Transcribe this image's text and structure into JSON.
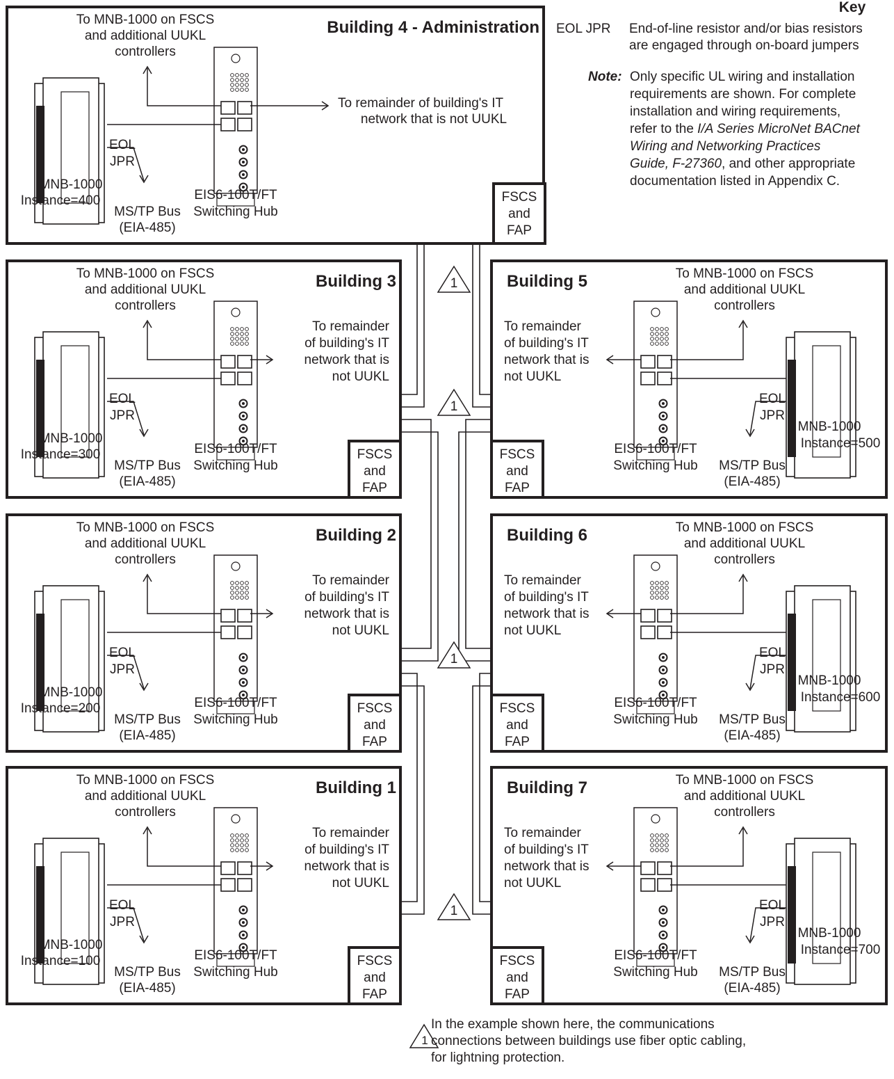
{
  "key": {
    "title": "Key",
    "abbr": "EOL JPR",
    "definition_line1": "End-of-line resistor and/or bias resistors",
    "definition_line2": "are engaged through on-board jumpers",
    "note_label": "Note:",
    "note_lines": [
      "Only specific UL wiring and installation",
      "requirements are shown. For complete",
      "installation and wiring requirements,",
      "refer to the "
    ],
    "note_ref_1": "I/A Series MicroNet BACnet",
    "note_ref_2": "Wiring and Networking Practices",
    "note_ref_3": "Guide, F-27360",
    "note_ref_3_tail": ", and other appropriate",
    "note_last": "documentation listed in Appendix C."
  },
  "common": {
    "to_mnb_1": "To MNB-1000 on FSCS",
    "to_mnb_2": "and additional UUKL",
    "to_mnb_3": "controllers",
    "eol": "EOL",
    "jpr": "JPR",
    "mnb": "MNB-1000",
    "mstp_1": "MS/TP Bus",
    "mstp_2": "(EIA-485)",
    "hub_1": "EIS6-100T/FT",
    "hub_2": "Switching Hub",
    "fscs_1": "FSCS",
    "fscs_2": "and",
    "fscs_3": "FAP",
    "rem_1": "To remainder",
    "rem_2": "of building's IT",
    "rem_3": "network that is",
    "rem_4": "not UUKL",
    "rem_admin_1": "To remainder of building's IT",
    "rem_admin_2": "network that is not UUKL",
    "callout_num": "1"
  },
  "buildings": [
    {
      "title": "Building 4 - Administration",
      "instance": "Instance=400"
    },
    {
      "title": "Building 3",
      "instance": "Instance=300"
    },
    {
      "title": "Building 5",
      "instance": "Instance=500"
    },
    {
      "title": "Building 2",
      "instance": "Instance=200"
    },
    {
      "title": "Building 6",
      "instance": "Instance=600"
    },
    {
      "title": "Building 1",
      "instance": "Instance=100"
    },
    {
      "title": "Building 7",
      "instance": "Instance=700"
    }
  ],
  "footnote": {
    "num": "1",
    "line1": "In the example shown here, the communications",
    "line2": "connections between buildings use fiber optic cabling,",
    "line3": "for lightning protection."
  }
}
